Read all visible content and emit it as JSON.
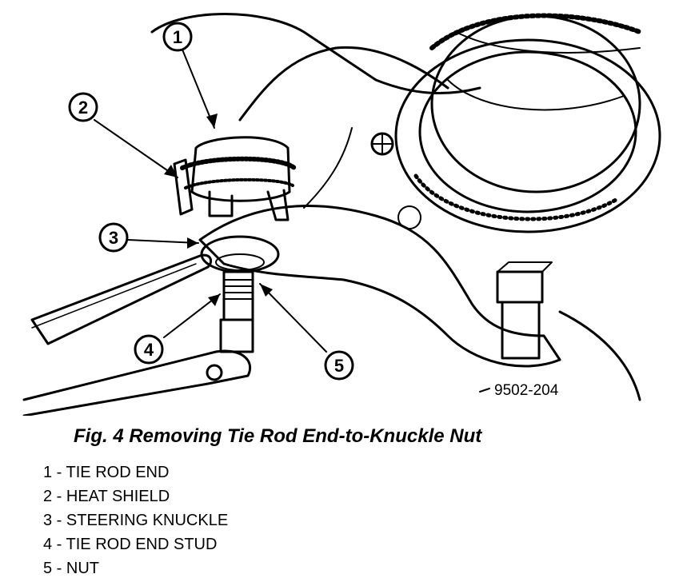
{
  "figure": {
    "code": "9502-204",
    "caption": "Fig. 4 Removing Tie Rod End-to-Knuckle Nut"
  },
  "callouts": [
    {
      "number": "1",
      "text": "1 - TIE ROD END"
    },
    {
      "number": "2",
      "text": "2 - HEAT SHIELD"
    },
    {
      "number": "3",
      "text": "3 - STEERING KNUCKLE"
    },
    {
      "number": "4",
      "text": "4 - TIE ROD END STUD"
    },
    {
      "number": "5",
      "text": "5 - NUT"
    }
  ]
}
